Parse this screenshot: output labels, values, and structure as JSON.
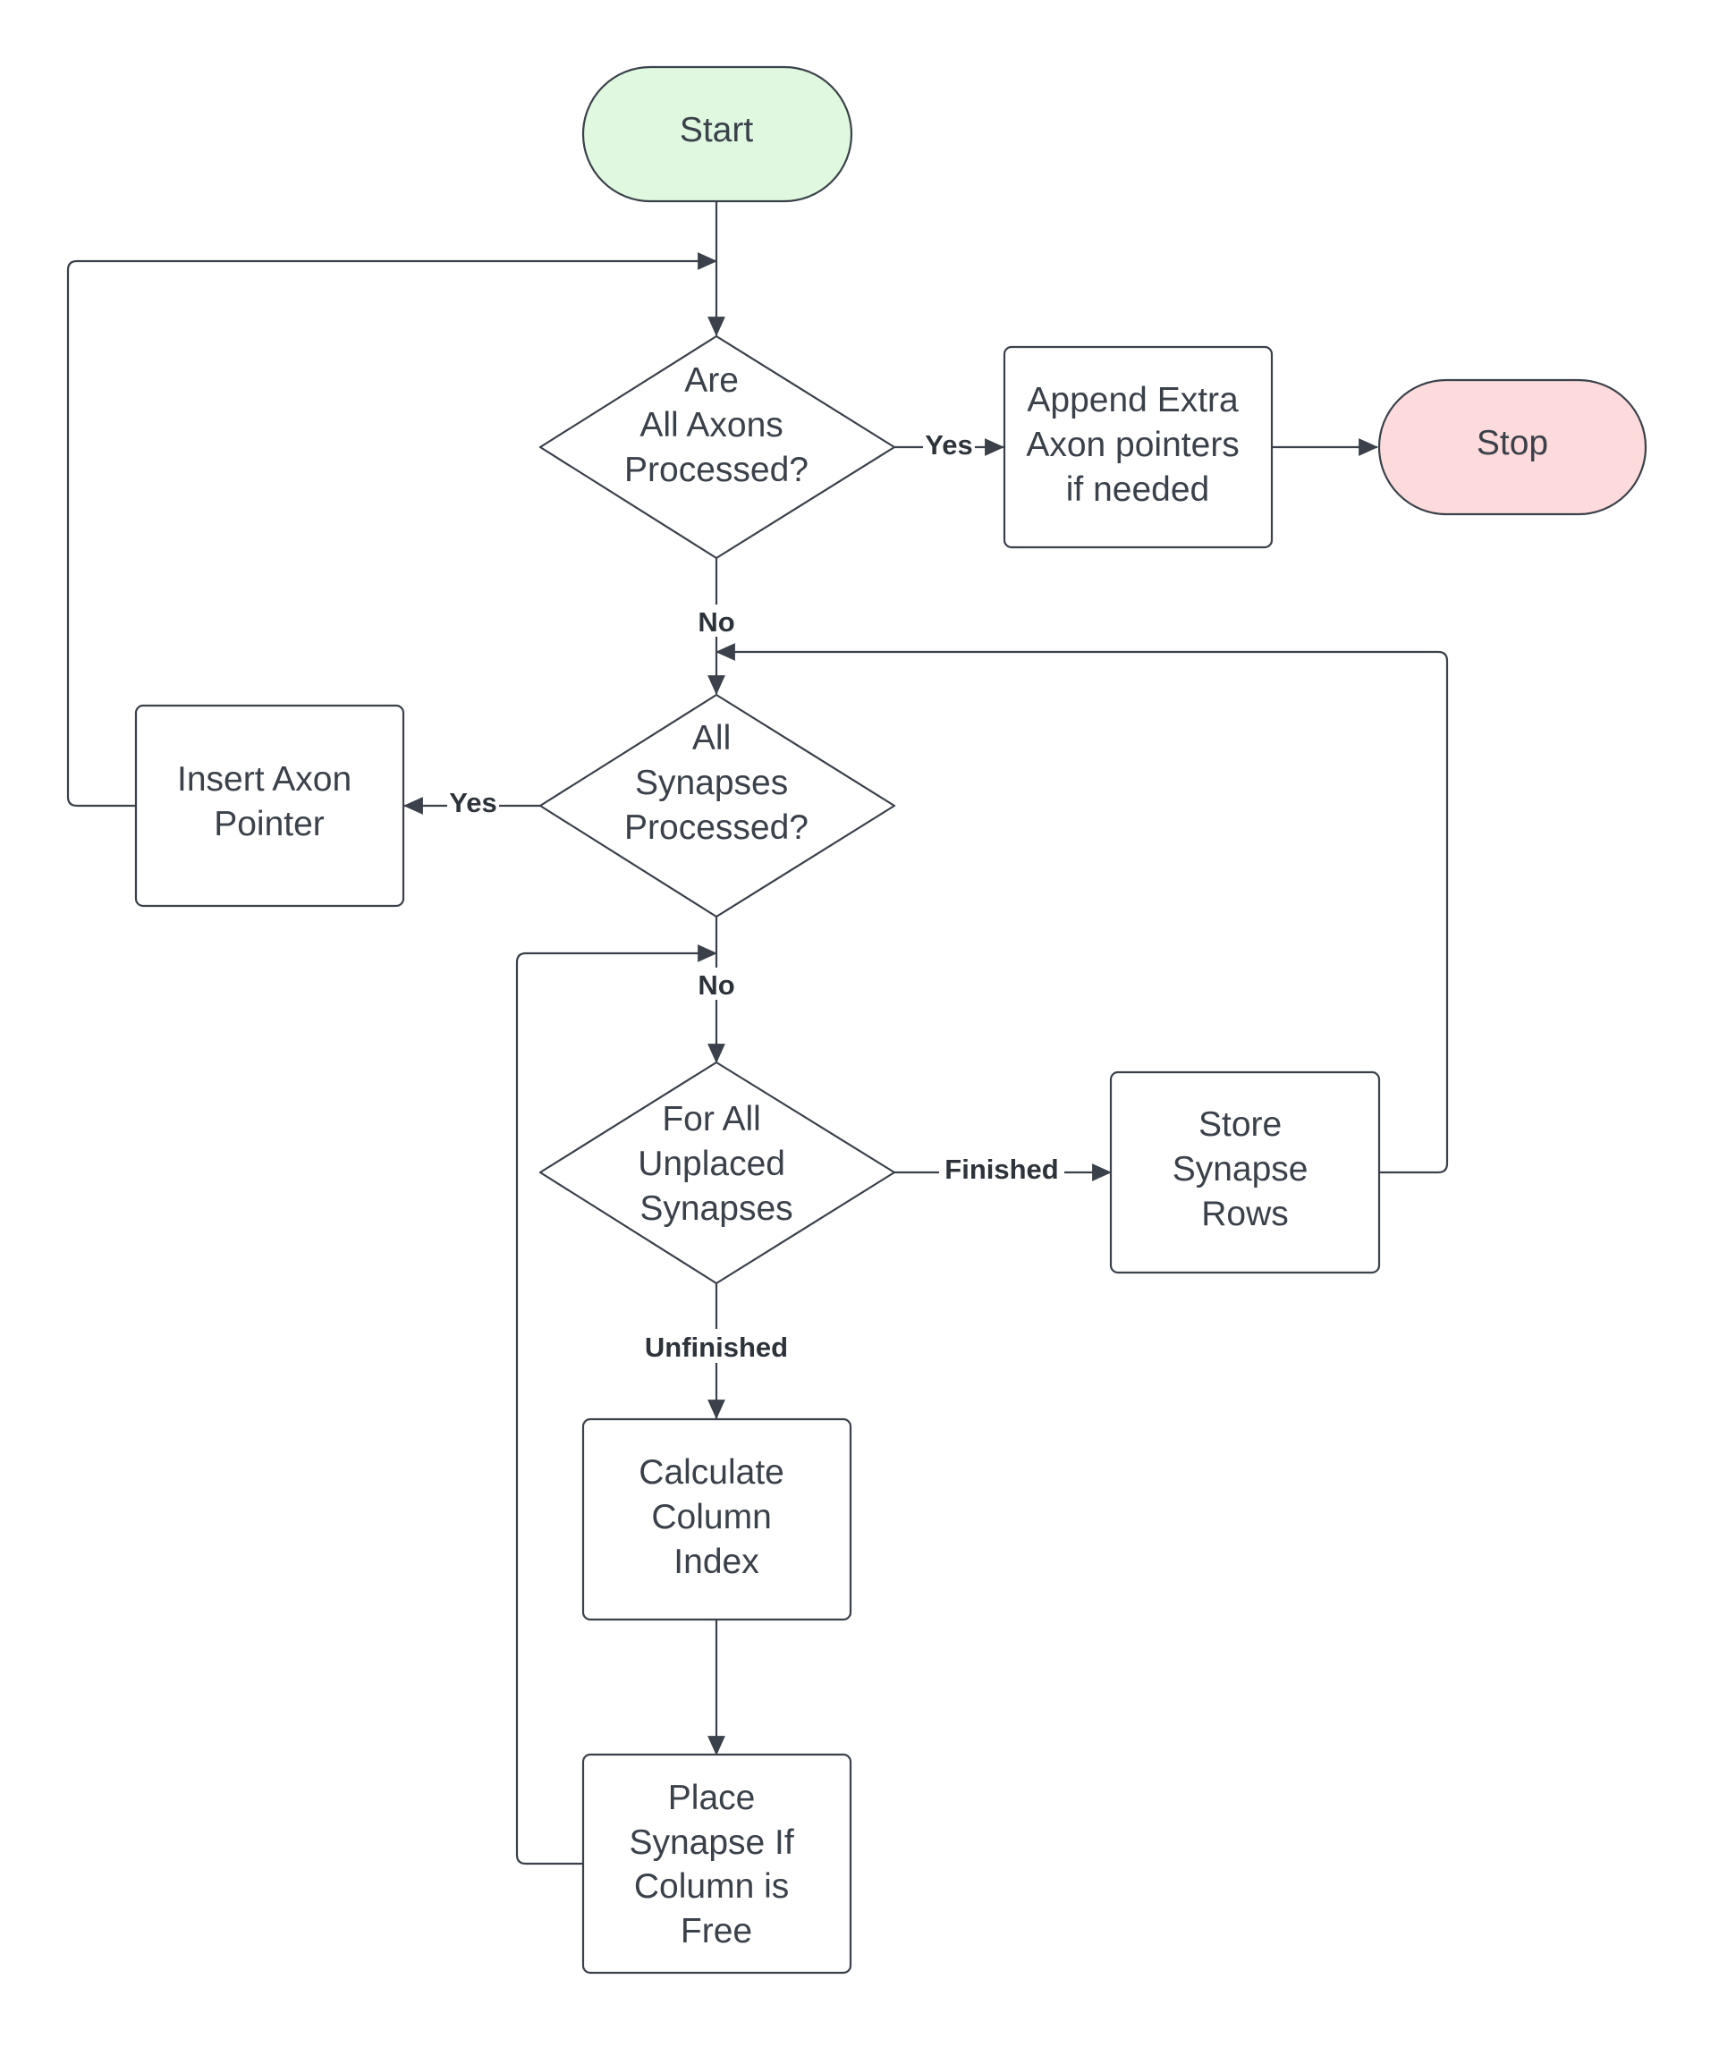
{
  "colors": {
    "stroke": "#3a414a",
    "start_fill": "#dff8df",
    "stop_fill": "#fddadb",
    "box_fill": "#ffffff"
  },
  "nodes": {
    "start": {
      "type": "terminal",
      "lines": [
        "Start"
      ]
    },
    "axons_processed": {
      "type": "decision",
      "lines": [
        "Are",
        "All Axons",
        "Processed?"
      ]
    },
    "append_extra": {
      "type": "process",
      "lines": [
        "Append Extra",
        "Axon pointers",
        "if needed"
      ]
    },
    "stop": {
      "type": "terminal",
      "lines": [
        "Stop"
      ]
    },
    "synapses_processed": {
      "type": "decision",
      "lines": [
        "All",
        "Synapses",
        "Processed?"
      ]
    },
    "insert_axon": {
      "type": "process",
      "lines": [
        "Insert Axon",
        "Pointer"
      ]
    },
    "for_all_unplaced": {
      "type": "decision",
      "lines": [
        "For All",
        "Unplaced",
        "Synapses"
      ]
    },
    "store_rows": {
      "type": "process",
      "lines": [
        "Store",
        "Synapse",
        "Rows"
      ]
    },
    "calc_column": {
      "type": "process",
      "lines": [
        "Calculate",
        "Column",
        "Index"
      ]
    },
    "place_synapse": {
      "type": "process",
      "lines": [
        "Place",
        "Synapse If",
        "Column is",
        "Free"
      ]
    }
  },
  "edges": [
    {
      "from": "start",
      "to": "axons_processed",
      "label": ""
    },
    {
      "from": "axons_processed",
      "to": "append_extra",
      "label": "Yes"
    },
    {
      "from": "append_extra",
      "to": "stop",
      "label": ""
    },
    {
      "from": "axons_processed",
      "to": "synapses_processed",
      "label": "No"
    },
    {
      "from": "synapses_processed",
      "to": "insert_axon",
      "label": "Yes"
    },
    {
      "from": "insert_axon",
      "to": "axons_processed",
      "label": ""
    },
    {
      "from": "synapses_processed",
      "to": "for_all_unplaced",
      "label": "No"
    },
    {
      "from": "for_all_unplaced",
      "to": "store_rows",
      "label": "Finished"
    },
    {
      "from": "store_rows",
      "to": "synapses_processed",
      "label": ""
    },
    {
      "from": "for_all_unplaced",
      "to": "calc_column",
      "label": "Unfinished"
    },
    {
      "from": "calc_column",
      "to": "place_synapse",
      "label": ""
    },
    {
      "from": "place_synapse",
      "to": "for_all_unplaced",
      "label": ""
    }
  ]
}
